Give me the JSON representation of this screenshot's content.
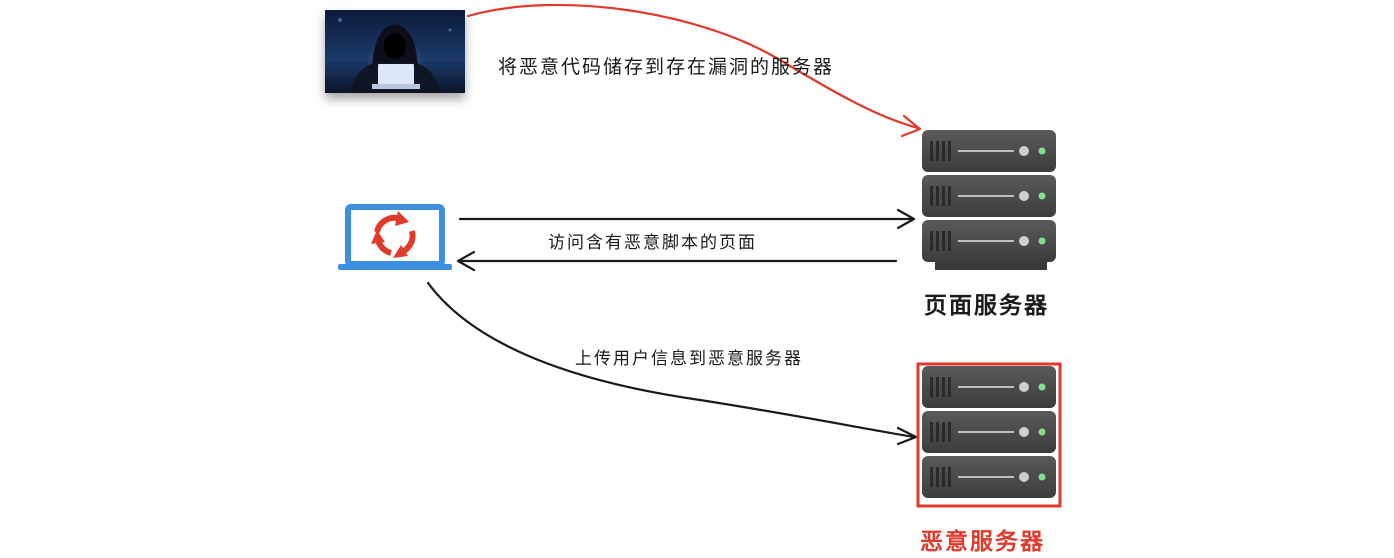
{
  "labels": {
    "store_code": "将恶意代码储存到存在漏洞的服务器",
    "visit_page": "访问含有恶意脚本的页面",
    "upload_info": "上传用户信息到恶意服务器",
    "page_server": "页面服务器",
    "malicious_server": "恶意服务器"
  },
  "colors": {
    "attack_arrow": "#e03a2c",
    "flow_arrow": "#1a1a1a",
    "laptop": "#3d8fe0",
    "refresh_icon": "#e03a2c",
    "server_body": "#4a4a4a",
    "server_led": "#7de08a",
    "highlight_border": "#e03a2c",
    "malicious_label": "#e03a2c"
  },
  "icons": {
    "hacker": "hacker-photo",
    "laptop": "laptop-icon",
    "refresh": "refresh-icon",
    "server": "server-rack-icon"
  }
}
